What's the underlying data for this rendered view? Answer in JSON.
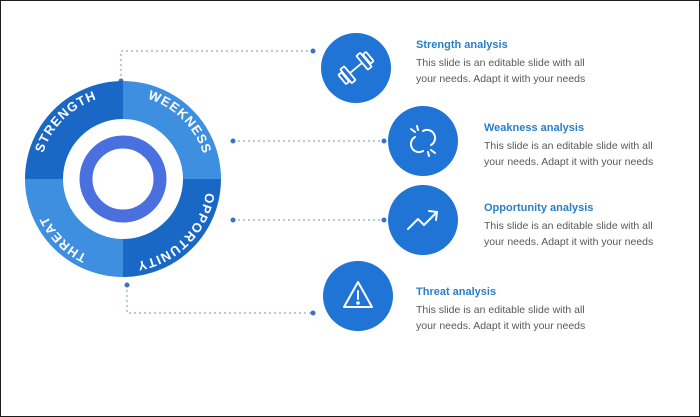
{
  "colors": {
    "primary": "#1f74d6",
    "ring_dark": "#1a68c6",
    "ring_light": "#3f8fe0",
    "inner_ring": "#4a6fdf",
    "connector": "#6f96c8",
    "title": "#2a7fc7",
    "text": "#595959"
  },
  "ring": {
    "strength_label": "STRENGTH",
    "weakness_label": "WEEKNESS",
    "opportunity_label": "OPPORTUNITY",
    "threat_label": "THREAT"
  },
  "items": [
    {
      "icon": "dumbbell-icon",
      "title": "Strength analysis",
      "line1": "This slide is an editable slide with all",
      "line2": "your needs. Adapt it with your needs"
    },
    {
      "icon": "broken-link-icon",
      "title": "Weakness analysis",
      "line1": "This slide is an editable slide with all",
      "line2": "your needs. Adapt it with your needs"
    },
    {
      "icon": "trend-up-icon",
      "title": "Opportunity analysis",
      "line1": "This slide is an editable slide with all",
      "line2": "your needs. Adapt it with your needs"
    },
    {
      "icon": "warning-icon",
      "title": "Threat analysis",
      "line1": "This slide is an editable slide with all",
      "line2": "your needs. Adapt it with your needs"
    }
  ]
}
